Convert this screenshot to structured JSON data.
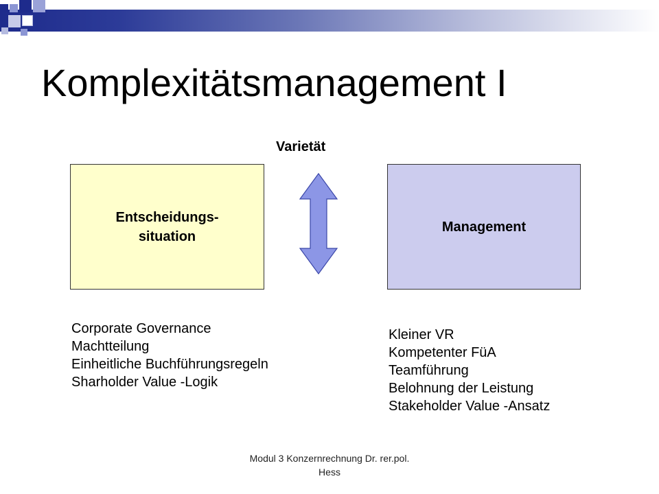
{
  "slide": {
    "title": "Komplexitätsmanagement I",
    "variety_label": "Varietät",
    "box_left": {
      "line1": "Entscheidungs-",
      "line2": "situation"
    },
    "box_right": {
      "label": "Management"
    },
    "list_left": [
      "Corporate Governance",
      "Machtteilung",
      "Einheitliche Buchführungsregeln",
      "Sharholder Value -Logik"
    ],
    "list_right": [
      "Kleiner VR",
      "Kompetenter FüA",
      "Teamführung",
      "Belohnung der Leistung",
      "Stakeholder Value -Ansatz"
    ],
    "footer": {
      "line1": "Modul 3 Konzernrechnung  Dr. rer.pol.",
      "line2": "Hess"
    }
  },
  "colors": {
    "accent_dark": "#1e2b8c",
    "box_left_fill": "#ffffcc",
    "box_right_fill": "#ccccee",
    "arrow_fill": "#8c96e6"
  },
  "icons": {
    "arrow": "double-vertical-arrow-icon"
  }
}
